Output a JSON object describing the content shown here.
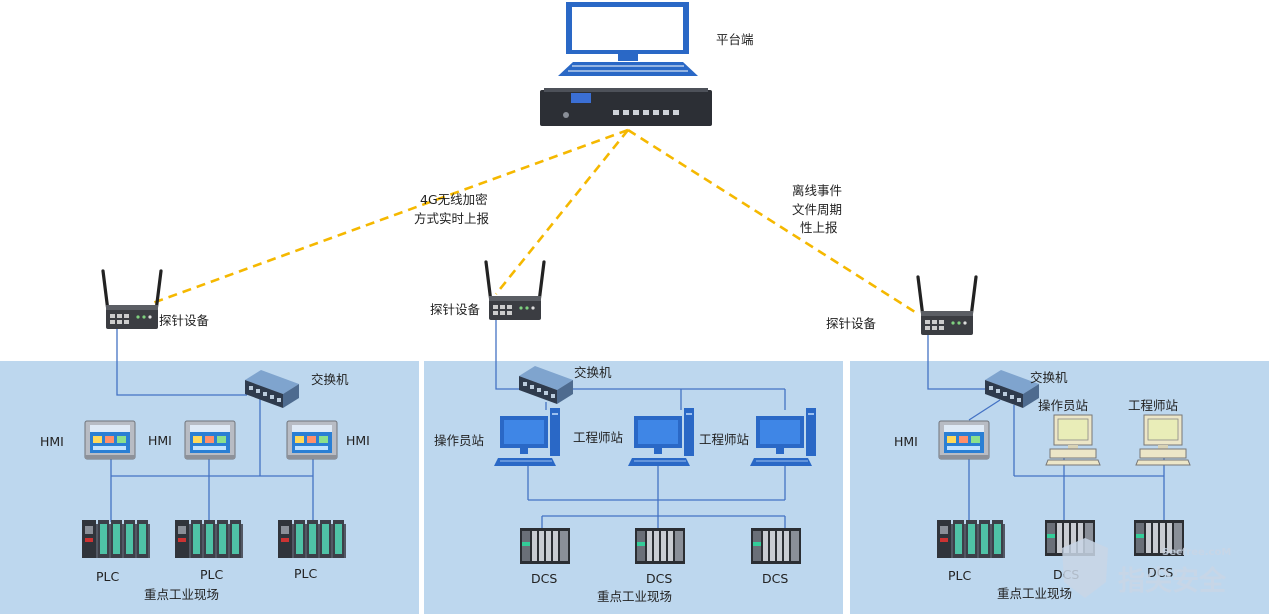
{
  "platform": {
    "label": "平台端"
  },
  "links": {
    "realtime_note": [
      "4G无线加密",
      "方式实时上报"
    ],
    "offline_note": [
      "离线事件",
      "文件周期",
      "性上报"
    ]
  },
  "zones": [
    {
      "probe_label": "探针设备",
      "switch_label": "交换机",
      "hmi_labels": [
        "HMI",
        "HMI",
        "HMI"
      ],
      "device_labels": [
        "PLC",
        "PLC",
        "PLC"
      ],
      "site_label": "重点工业现场"
    },
    {
      "probe_label": "探针设备",
      "switch_label": "交换机",
      "station_labels": [
        "操作员站",
        "工程师站",
        "工程师站"
      ],
      "device_labels": [
        "DCS",
        "DCS",
        "DCS"
      ],
      "site_label": "重点工业现场"
    },
    {
      "probe_label": "探针设备",
      "switch_label": "交换机",
      "hmi_label": "HMI",
      "station_labels": [
        "操作员站",
        "工程师站"
      ],
      "device_labels": [
        "PLC",
        "DCS",
        "DCS"
      ],
      "site_label": "重点工业现场"
    }
  ],
  "watermark": {
    "brand": "指尖安全",
    "site": "Secfree.coM"
  },
  "colors": {
    "zone_fill": "#bdd7ee",
    "line": "#4472c4",
    "dashed": "#f5b800"
  }
}
